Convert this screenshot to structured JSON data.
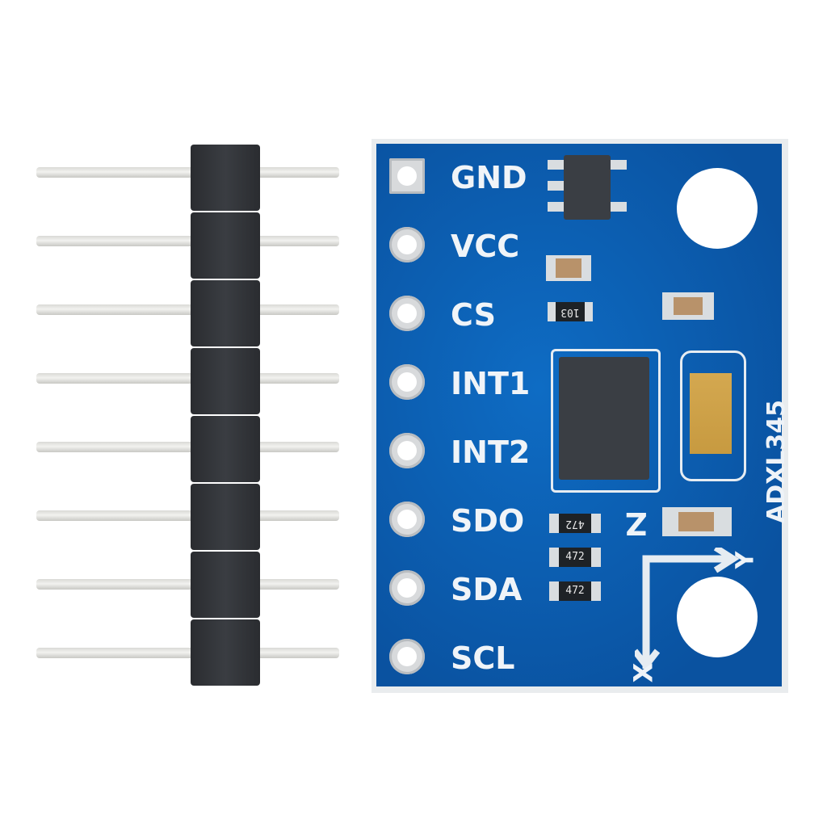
{
  "product": {
    "chip_name": "ADXL345",
    "silkscreen_model": "ADXL345"
  },
  "pin_labels": [
    "GND",
    "VCC",
    "CS",
    "INT1",
    "INT2",
    "SDO",
    "SDA",
    "SCL"
  ],
  "components": {
    "resistor_top": "103",
    "resistors_bottom": [
      "472",
      "472",
      "472"
    ]
  },
  "axes": {
    "x": "X",
    "y": "Y",
    "z": "Z"
  },
  "colors": {
    "pcb_blue": "#0b5fb0",
    "header_black": "#2f3236",
    "pin_silver": "#e4e4e0",
    "silkscreen": "#eef3f8",
    "tantalum": "#d4a850"
  }
}
